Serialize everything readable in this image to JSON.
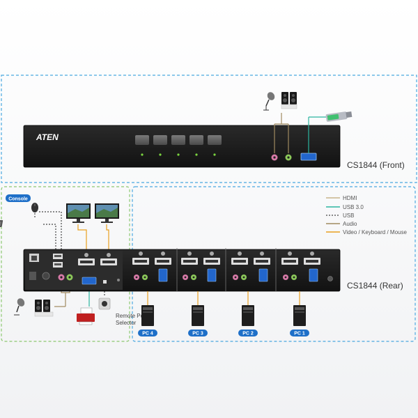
{
  "front": {
    "brand": "ATEN",
    "caption": "CS1844 (Front)"
  },
  "rear": {
    "caption": "CS1844 (Rear)",
    "console_label": "Console",
    "remote_port_label": "Remote Port",
    "selector_label": "Selector"
  },
  "legend": [
    {
      "text": "HDMI",
      "color": "#c8b48a",
      "dash": "solid"
    },
    {
      "text": "USB 3.0",
      "color": "#2bb5a0",
      "dash": "solid"
    },
    {
      "text": "USB",
      "color": "#444444",
      "dash": "dashed"
    },
    {
      "text": "Audio",
      "color": "#a08a60",
      "dash": "solid"
    },
    {
      "text": "Video / Keyboard / Mouse",
      "color": "#e8a020",
      "dash": "solid"
    }
  ],
  "pcs": [
    "PC 4",
    "PC 3",
    "PC 2",
    "PC 1"
  ],
  "colors": {
    "blue_dash": "#4aa8e0",
    "green_dash": "#8cc870",
    "device_body": "#1c1c1c",
    "badge": "#1e6fc8"
  }
}
